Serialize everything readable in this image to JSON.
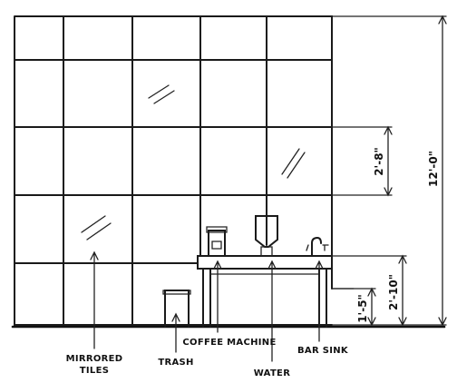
{
  "labels": {
    "mirrored_tiles_line1": "MIRRORED",
    "mirrored_tiles_line2": "TILES",
    "trash": "TRASH",
    "coffee_machine": "COFFEE MACHINE",
    "water": "WATER",
    "bar_sink": "BAR SINK"
  },
  "dimensions": {
    "tile_panel": "2'-8\"",
    "total_height": "12'-0\"",
    "counter_height": "2'-10\"",
    "trash_height": "1'-5\""
  }
}
